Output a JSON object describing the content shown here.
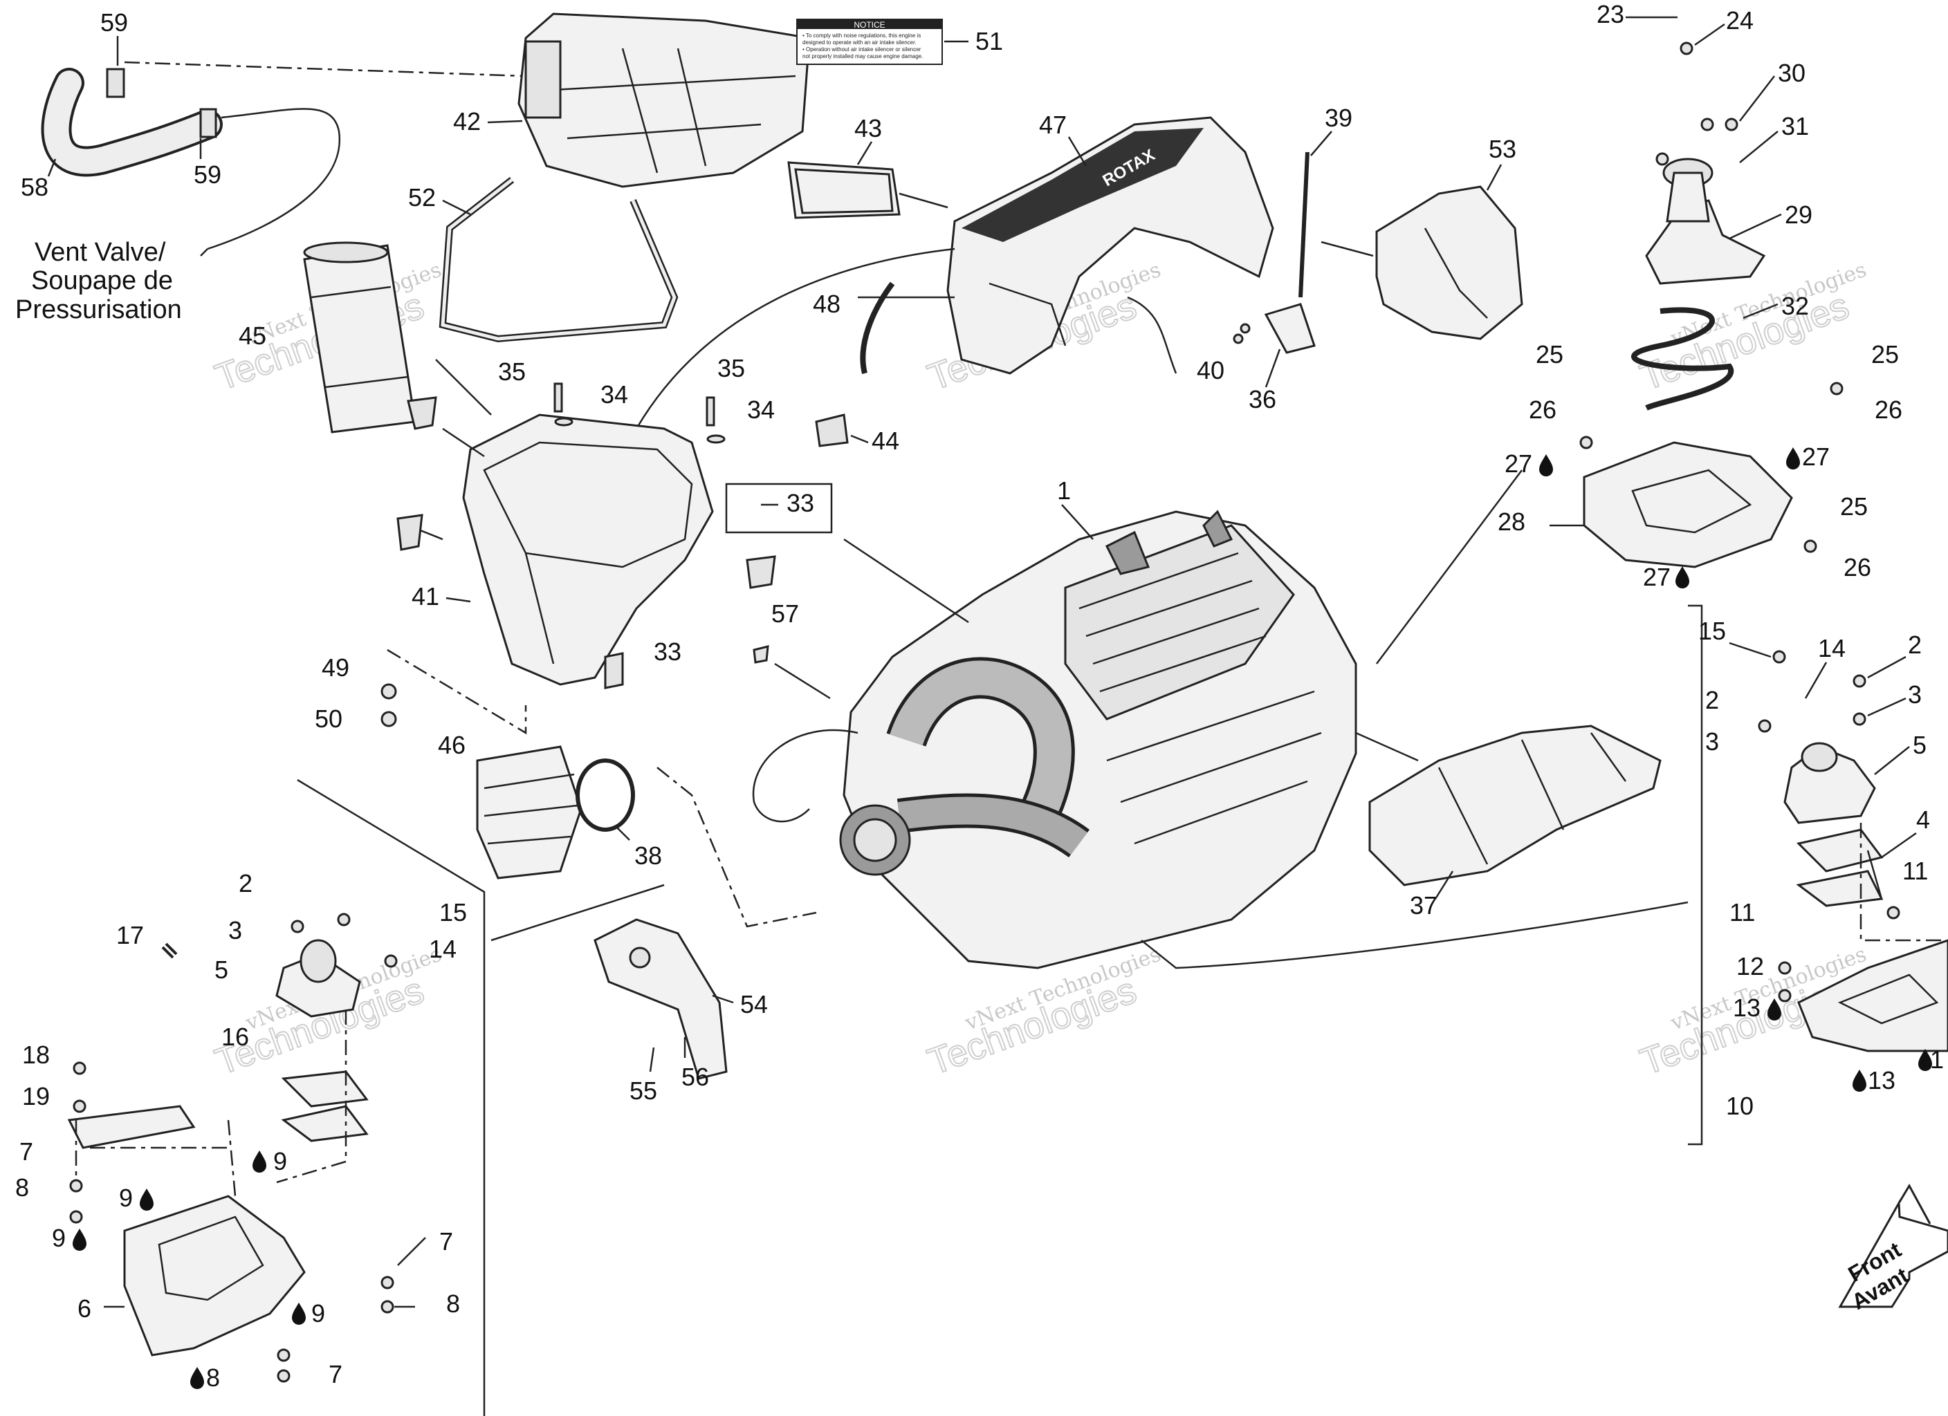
{
  "diagram": {
    "part_numbers": [
      "59",
      "51",
      "42",
      "58",
      "59",
      "52",
      "45",
      "43",
      "47",
      "39",
      "53",
      "48",
      "40",
      "36",
      "35",
      "34",
      "35",
      "34",
      "44",
      "33",
      "41",
      "33",
      "49",
      "50",
      "46",
      "38",
      "57",
      "1",
      "37",
      "2",
      "3",
      "15",
      "5",
      "14",
      "17",
      "16",
      "18",
      "19",
      "7",
      "8",
      "9",
      "9",
      "9",
      "6",
      "9",
      "7",
      "8",
      "7",
      "8",
      "54",
      "55",
      "56",
      "23",
      "24",
      "30",
      "31",
      "29",
      "32",
      "25",
      "25",
      "26",
      "26",
      "27",
      "27",
      "28",
      "25",
      "26",
      "27",
      "15",
      "14",
      "2",
      "3",
      "2",
      "3",
      "5",
      "4",
      "11",
      "11",
      "12",
      "13",
      "10",
      "13",
      "1"
    ],
    "vent_label": [
      "Vent Valve/",
      "Soupape de",
      "Pressurisation"
    ],
    "notice_title": "NOTICE",
    "notice_lines": [
      "• To comply with noise regulations, this engine is",
      "designed to operate with an air intake silencer.",
      "• Operation without air intake silencer or silencer",
      "not properly installed may cause engine damage."
    ],
    "rotax_text": "ROTAX",
    "front_label": [
      "Front",
      "Avant"
    ],
    "watermark": [
      "vNext Technologies",
      "Technologies"
    ]
  }
}
